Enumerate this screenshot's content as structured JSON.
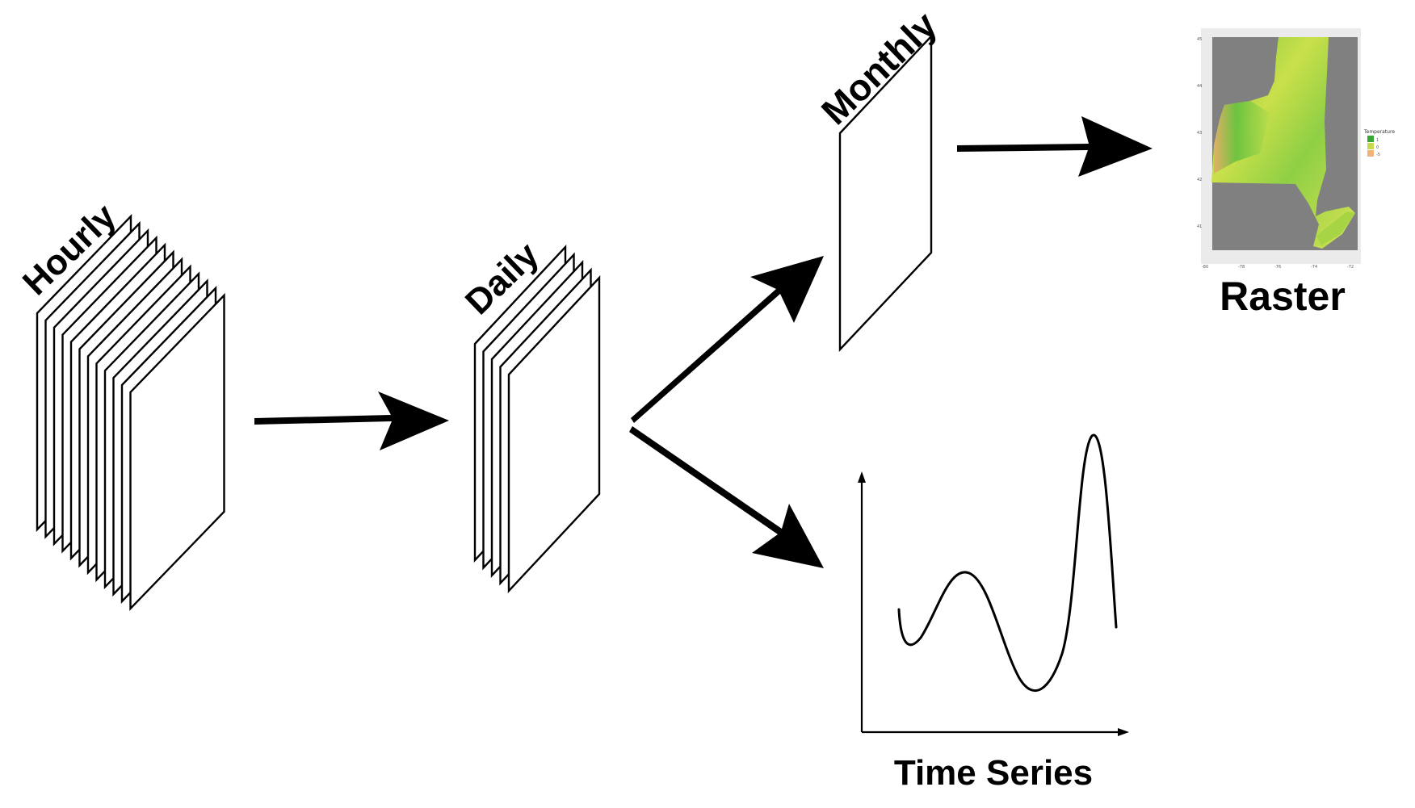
{
  "labels": {
    "hourly": "Hourly",
    "daily": "Daily",
    "monthly": "Monthly",
    "raster": "Raster",
    "time_series": "Time Series"
  },
  "raster_map": {
    "legend_title": "Temperature",
    "legend_items": [
      "1",
      "0",
      "-5"
    ],
    "legend_colors": [
      "#3aa638",
      "#c7d84a",
      "#f2b27a"
    ],
    "background_color": "#808080",
    "panel_color": "#ebebeb"
  },
  "stacks": {
    "hourly_sheet_count": 12,
    "daily_sheet_count": 5,
    "monthly_sheet_count": 1
  }
}
